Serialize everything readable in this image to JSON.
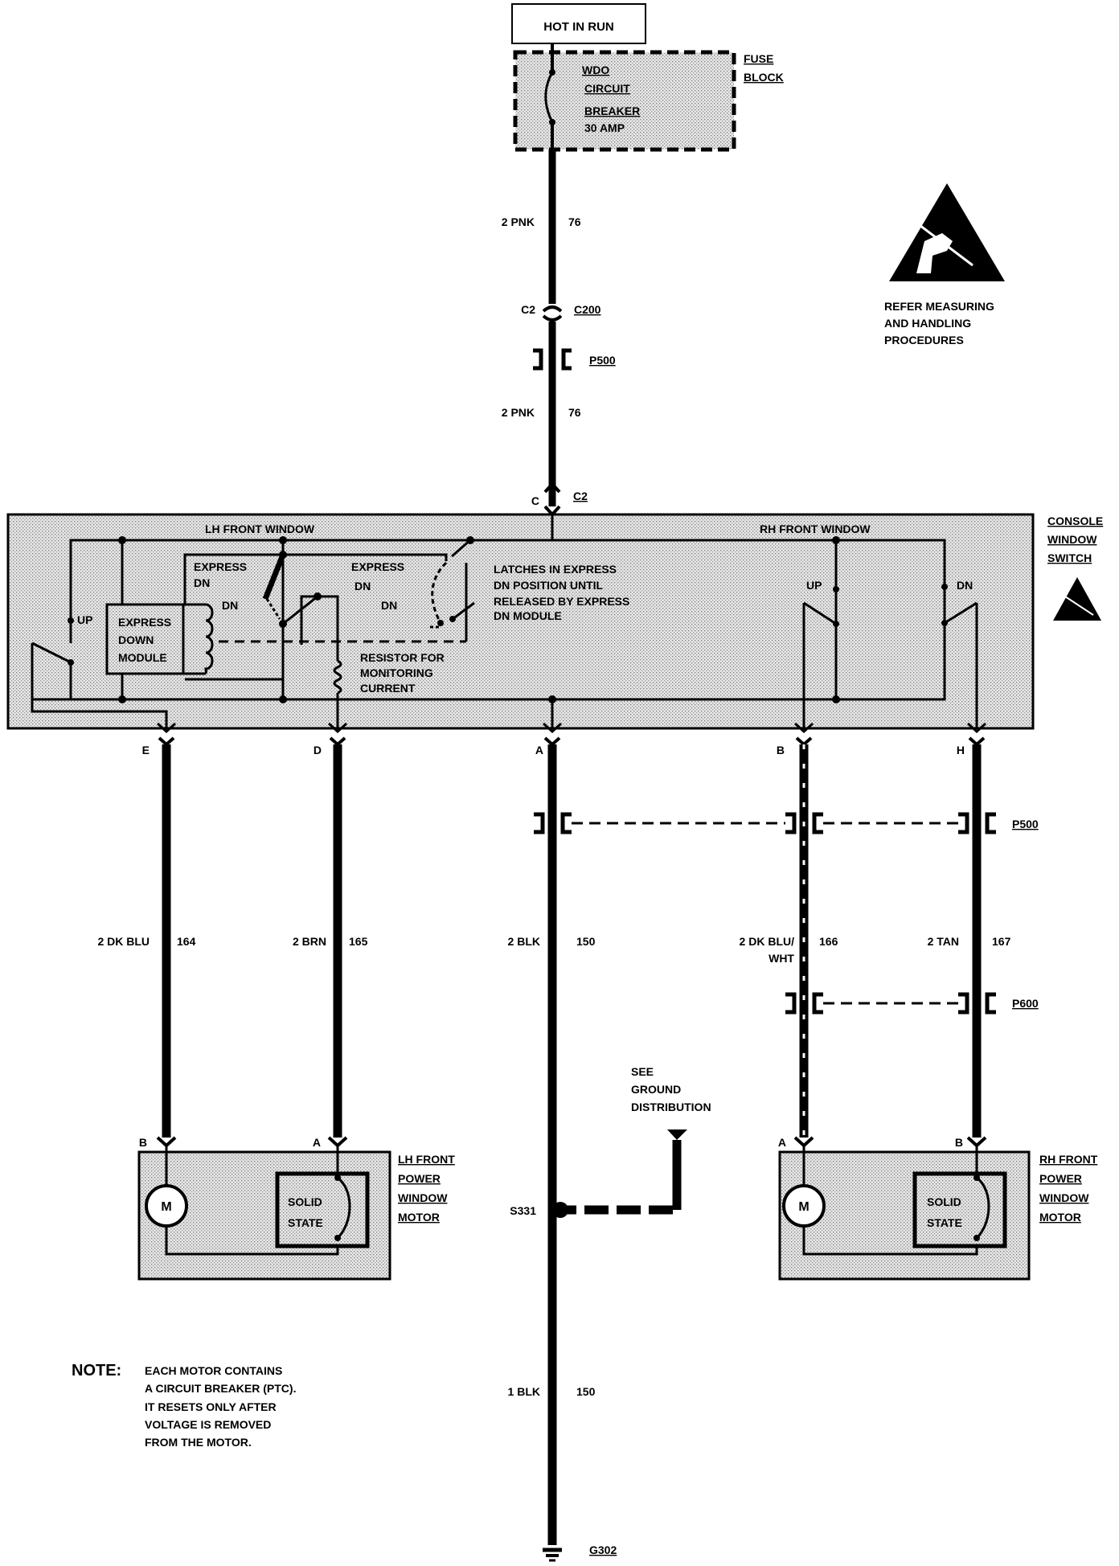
{
  "power": {
    "label": "HOT IN RUN"
  },
  "fuse_block": {
    "name_lines": [
      "FUSE",
      "BLOCK"
    ],
    "breaker_lines": [
      "WDO",
      "CIRCUIT",
      "BREAKER",
      "30 AMP"
    ]
  },
  "esd_note": {
    "lines": [
      "REFER MEASURING",
      "AND HANDLING",
      "PROCEDURES"
    ]
  },
  "feed": {
    "upper_wire": {
      "gauge_color": "2 PNK",
      "circuit": "76"
    },
    "lower_wire": {
      "gauge_color": "2 PNK",
      "circuit": "76"
    },
    "connector_c200": {
      "pin": "C2",
      "name": "C200"
    },
    "connector_p500": {
      "name": "P500"
    }
  },
  "switch": {
    "name_lines": [
      "CONSOLE",
      "WINDOW",
      "SWITCH"
    ],
    "top_pin": {
      "cavity": "C",
      "connector": "C2"
    },
    "lh_title": "LH FRONT WINDOW",
    "rh_title": "RH FRONT WINDOW",
    "express_dn_1": [
      "EXPRESS",
      "DN"
    ],
    "express_dn_2": [
      "EXPRESS",
      "DN"
    ],
    "dn_a": "DN",
    "dn_b": "DN",
    "up_lh": "UP",
    "up_rh": "UP",
    "dn_rh": "DN",
    "module_lines": [
      "EXPRESS",
      "DOWN",
      "MODULE"
    ],
    "latch_note": [
      "LATCHES IN EXPRESS",
      "DN POSITION UNTIL",
      "RELEASED BY EXPRESS",
      "DN MODULE"
    ],
    "resistor_note": [
      "RESISTOR FOR",
      "MONITORING",
      "CURRENT"
    ]
  },
  "wires": [
    {
      "pin": "E",
      "gauge_color": "2 DK BLU",
      "circuit": "164"
    },
    {
      "pin": "D",
      "gauge_color": "2 BRN",
      "circuit": "165"
    },
    {
      "pin": "A",
      "gauge_color": "2 BLK",
      "circuit": "150"
    },
    {
      "pin": "B",
      "gauge_color": "2 DK BLU/",
      "gauge_color_2": "WHT",
      "circuit": "166"
    },
    {
      "pin": "H",
      "gauge_color": "2 TAN",
      "circuit": "167"
    }
  ],
  "connectors": {
    "p500": "P500",
    "p600": "P600"
  },
  "ground": {
    "see_lines": [
      "SEE",
      "GROUND",
      "DISTRIBUTION"
    ],
    "splice": "S331",
    "lower_wire": {
      "gauge_color": "1 BLK",
      "circuit": "150"
    },
    "ground_point": "G302"
  },
  "lh_motor": {
    "pin_b": "B",
    "pin_a": "A",
    "name_lines": [
      "LH FRONT",
      "POWER",
      "WINDOW",
      "MOTOR"
    ],
    "motor_symbol": "M",
    "solid_state": [
      "SOLID",
      "STATE"
    ]
  },
  "rh_motor": {
    "pin_a": "A",
    "pin_b": "B",
    "name_lines": [
      "RH FRONT",
      "POWER",
      "WINDOW",
      "MOTOR"
    ],
    "motor_symbol": "M",
    "solid_state": [
      "SOLID",
      "STATE"
    ]
  },
  "note": {
    "heading": "NOTE:",
    "lines": [
      "EACH MOTOR CONTAINS",
      "A CIRCUIT BREAKER (PTC).",
      "IT RESETS ONLY AFTER",
      "VOLTAGE IS REMOVED",
      "FROM THE MOTOR."
    ]
  },
  "icons": [
    "esd-warning-icon",
    "motor-icon",
    "ground-icon"
  ]
}
